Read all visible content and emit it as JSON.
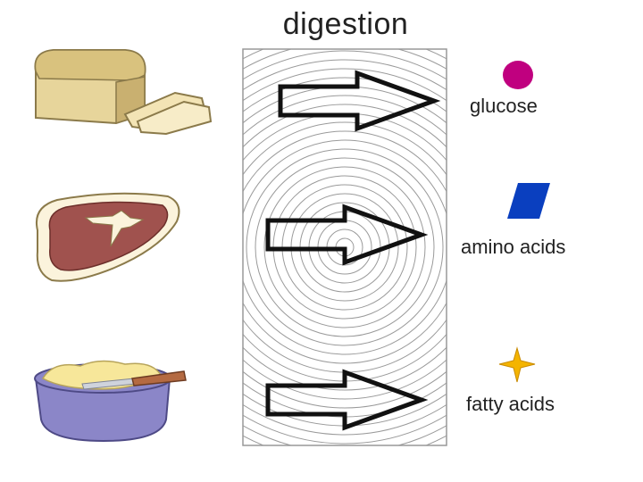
{
  "title": "digestion",
  "foods": [
    {
      "name": "bread",
      "icon": "bread-icon"
    },
    {
      "name": "meat",
      "icon": "meat-icon"
    },
    {
      "name": "butter",
      "icon": "butter-bowl-icon"
    }
  ],
  "products": [
    {
      "label": "glucose",
      "shape": "circle",
      "color": "#c0007f"
    },
    {
      "label": "amino acids",
      "shape": "parallelogram",
      "color": "#0a3fbf"
    },
    {
      "label": "fatty acids",
      "shape": "star",
      "color": "#f4b400"
    }
  ]
}
